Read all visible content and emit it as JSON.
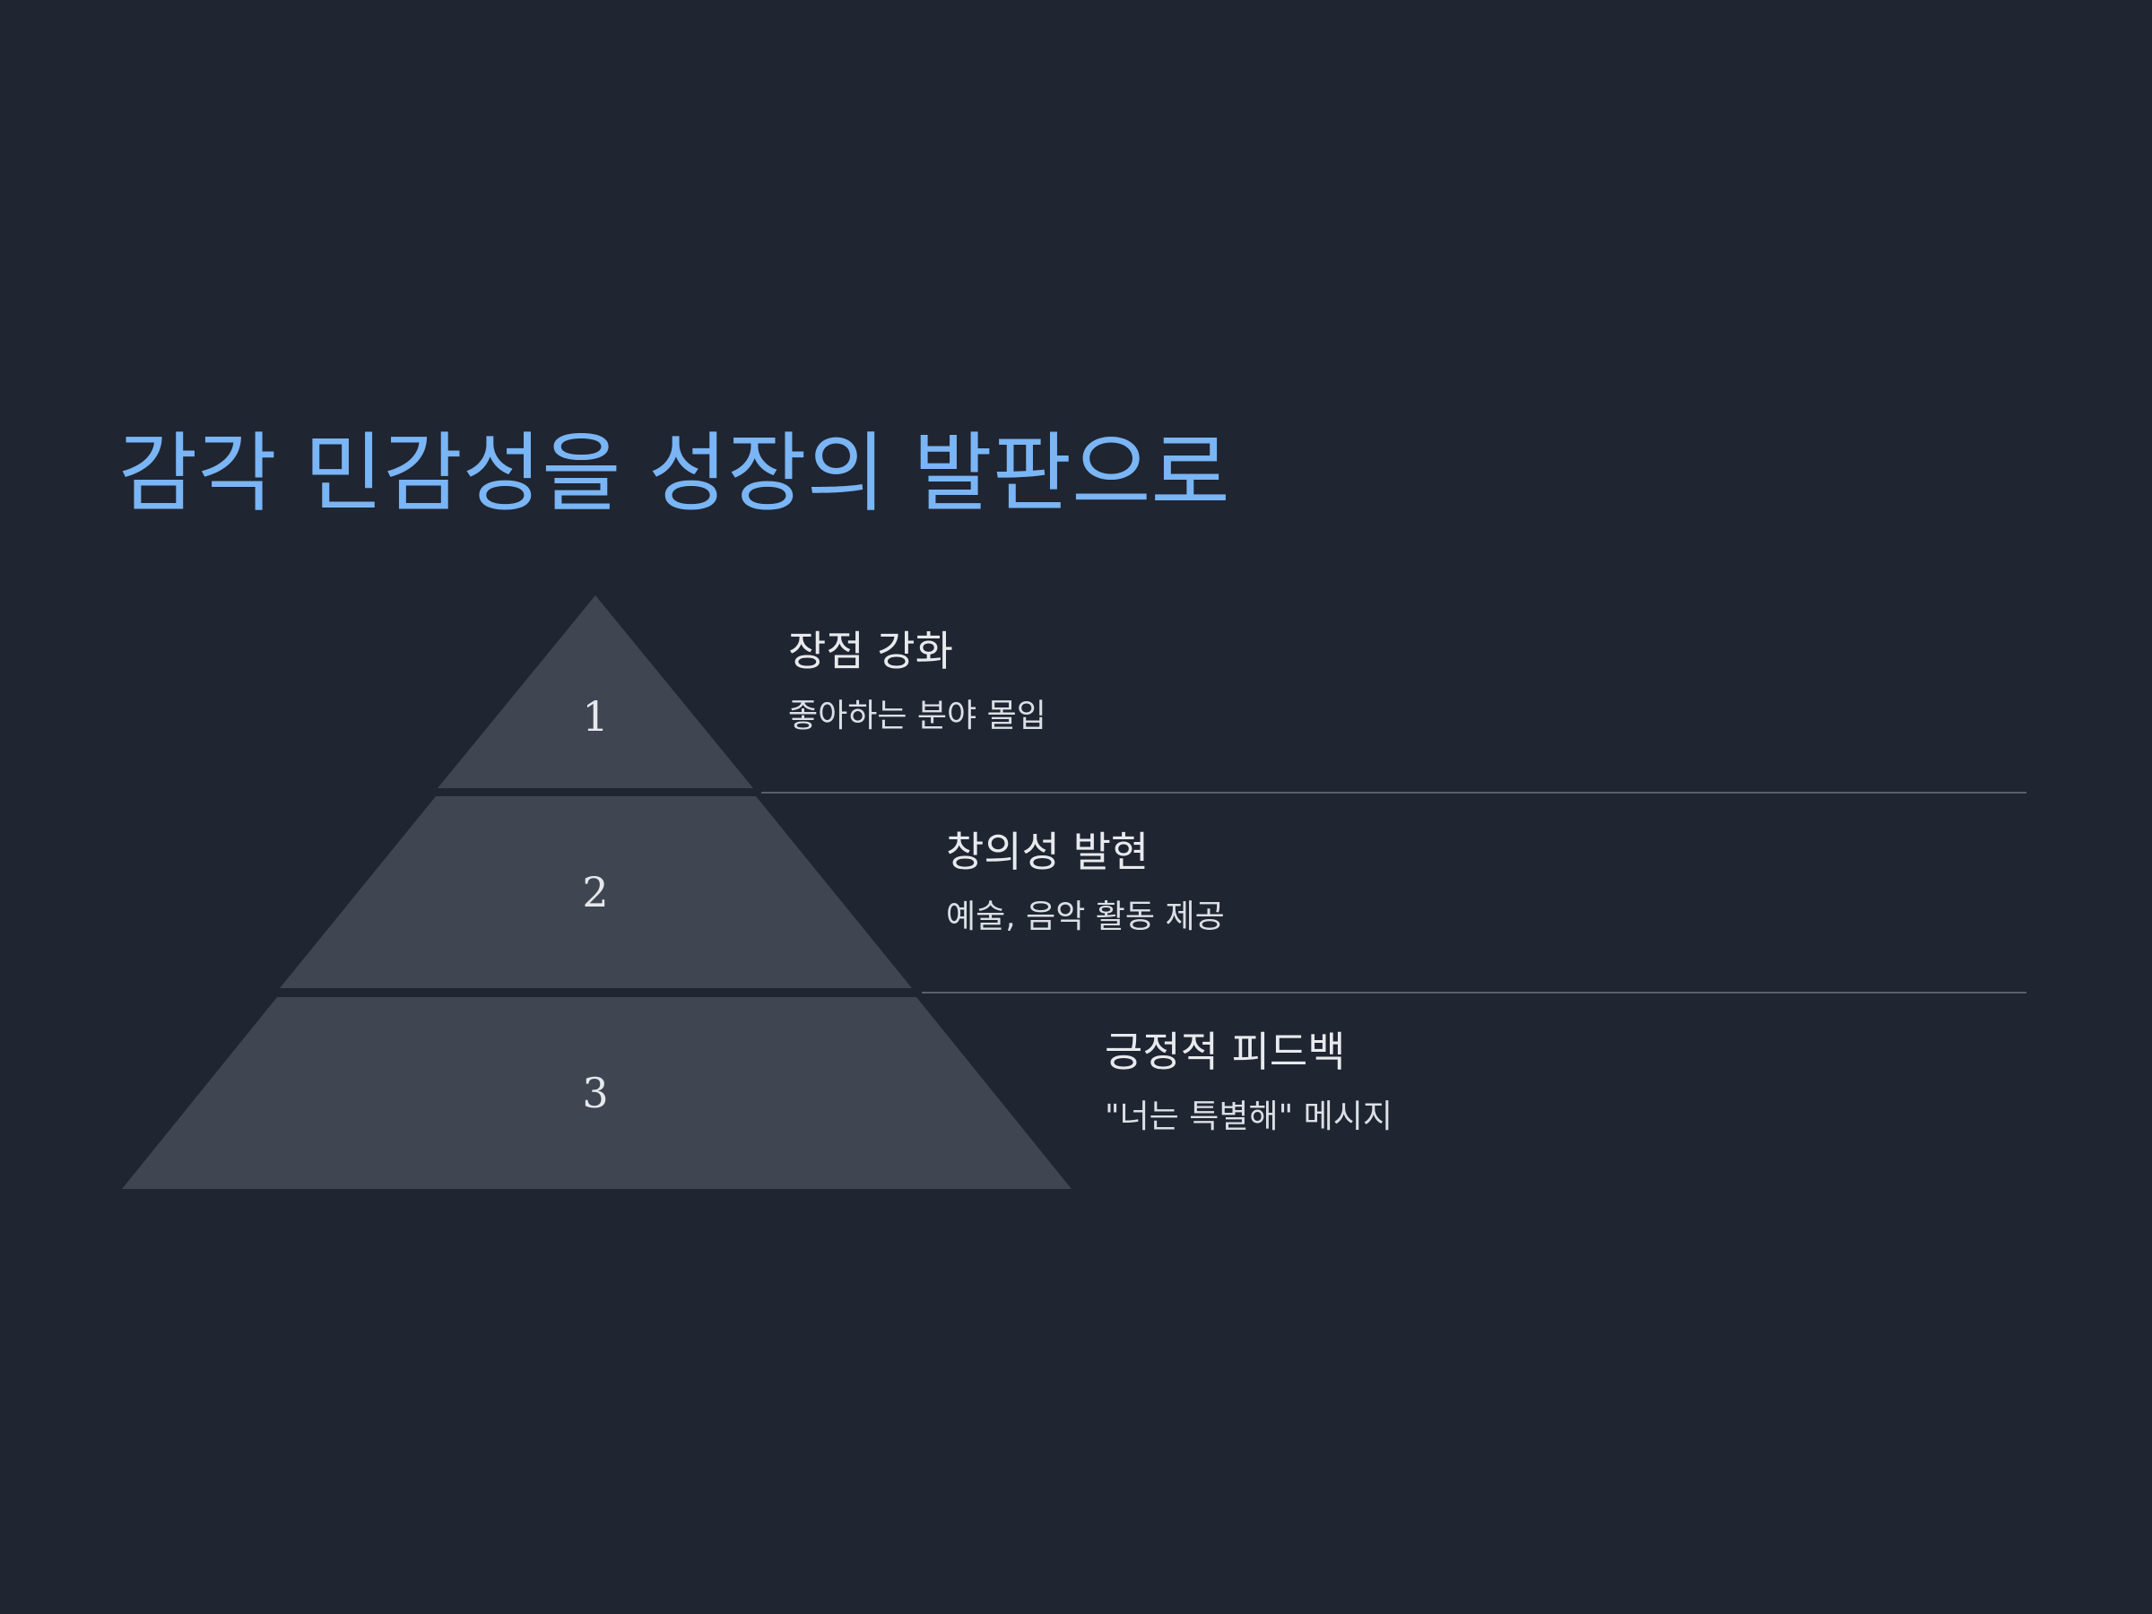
{
  "colors": {
    "background": "#1f2531",
    "title": "#7ab5f5",
    "tier_fill": "#3f4652",
    "tier_number": "#e6e8ec",
    "heading": "#e8eaee",
    "description": "#dcdfe5",
    "divider": "#5a606b"
  },
  "title": "감각 민감성을 성장의 발판으로",
  "tiers": [
    {
      "number": "1",
      "heading": "장점 강화",
      "description": "좋아하는 분야 몰입"
    },
    {
      "number": "2",
      "heading": "창의성 발현",
      "description": "예술, 음악 활동 제공"
    },
    {
      "number": "3",
      "heading": "긍정적 피드백",
      "description": "\"너는 특별해\" 메시지"
    }
  ]
}
